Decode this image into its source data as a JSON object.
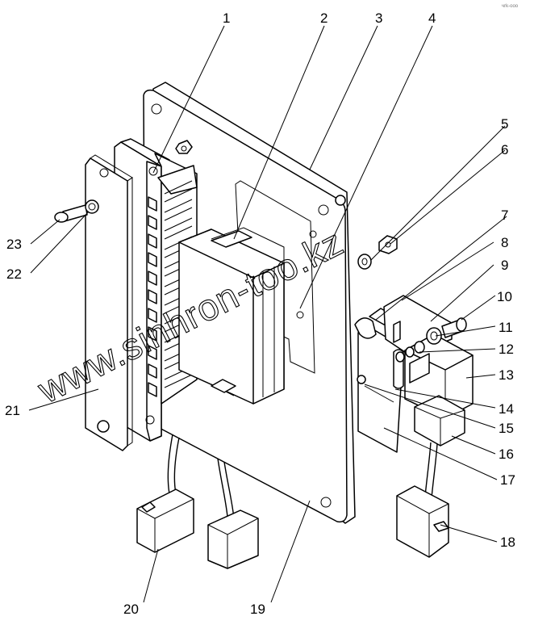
{
  "watermark": "www.sinhron-too.kz",
  "corner_mark": "чrk-ooo",
  "labels": {
    "l1": "1",
    "l2": "2",
    "l3": "3",
    "l4": "4",
    "l5": "5",
    "l6": "6",
    "l7": "7",
    "l8": "8",
    "l9": "9",
    "l10": "10",
    "l11": "11",
    "l12": "12",
    "l13": "13",
    "l14": "14",
    "l15": "15",
    "l16": "16",
    "l17": "17",
    "l18": "18",
    "l19": "19",
    "l20": "20",
    "l21": "21",
    "l22": "22",
    "l23": "23"
  }
}
